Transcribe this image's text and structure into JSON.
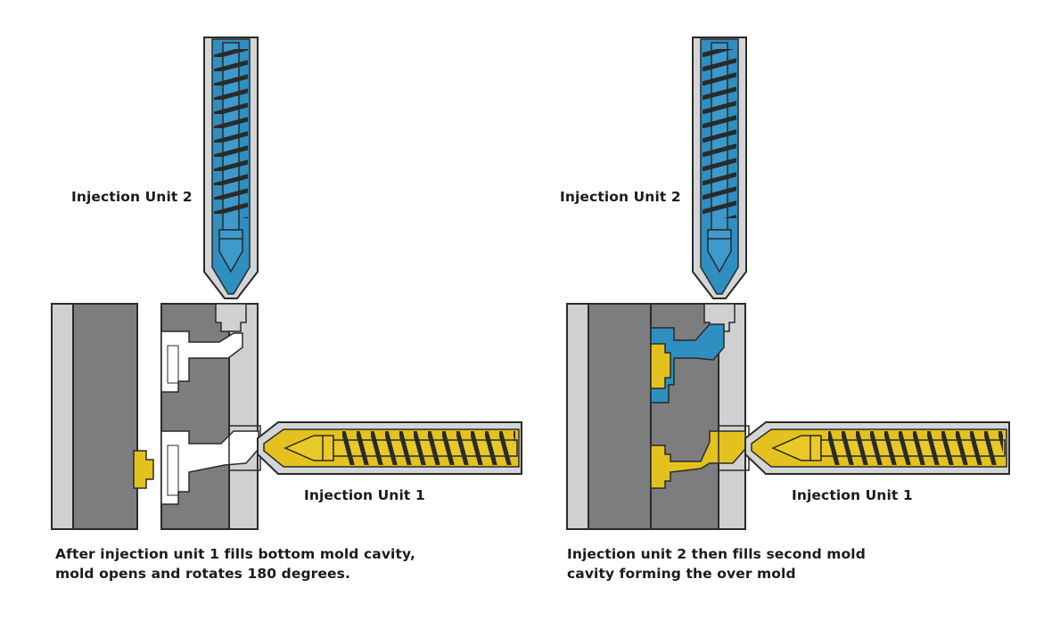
{
  "left_panel": {
    "label_unit2": "Injection Unit 2",
    "label_unit1": "Injection Unit 1",
    "caption_line1": "After injection unit 1 fills bottom mold cavity,",
    "caption_line2": "mold opens and rotates 180 degrees."
  },
  "right_panel": {
    "label_unit2": "Injection Unit 2",
    "label_unit1": "Injection Unit 1",
    "caption_line1": "Injection unit 2 then fills second mold",
    "caption_line2": "cavity forming the over mold"
  },
  "colors": {
    "unit2_material": "#2f8fc0",
    "unit1_material": "#e3c21f",
    "platen_dark": "#7d7d7f",
    "platen_light": "#cfd0d2",
    "barrel": "#d3d5d7",
    "outline": "#2a2a2a"
  }
}
